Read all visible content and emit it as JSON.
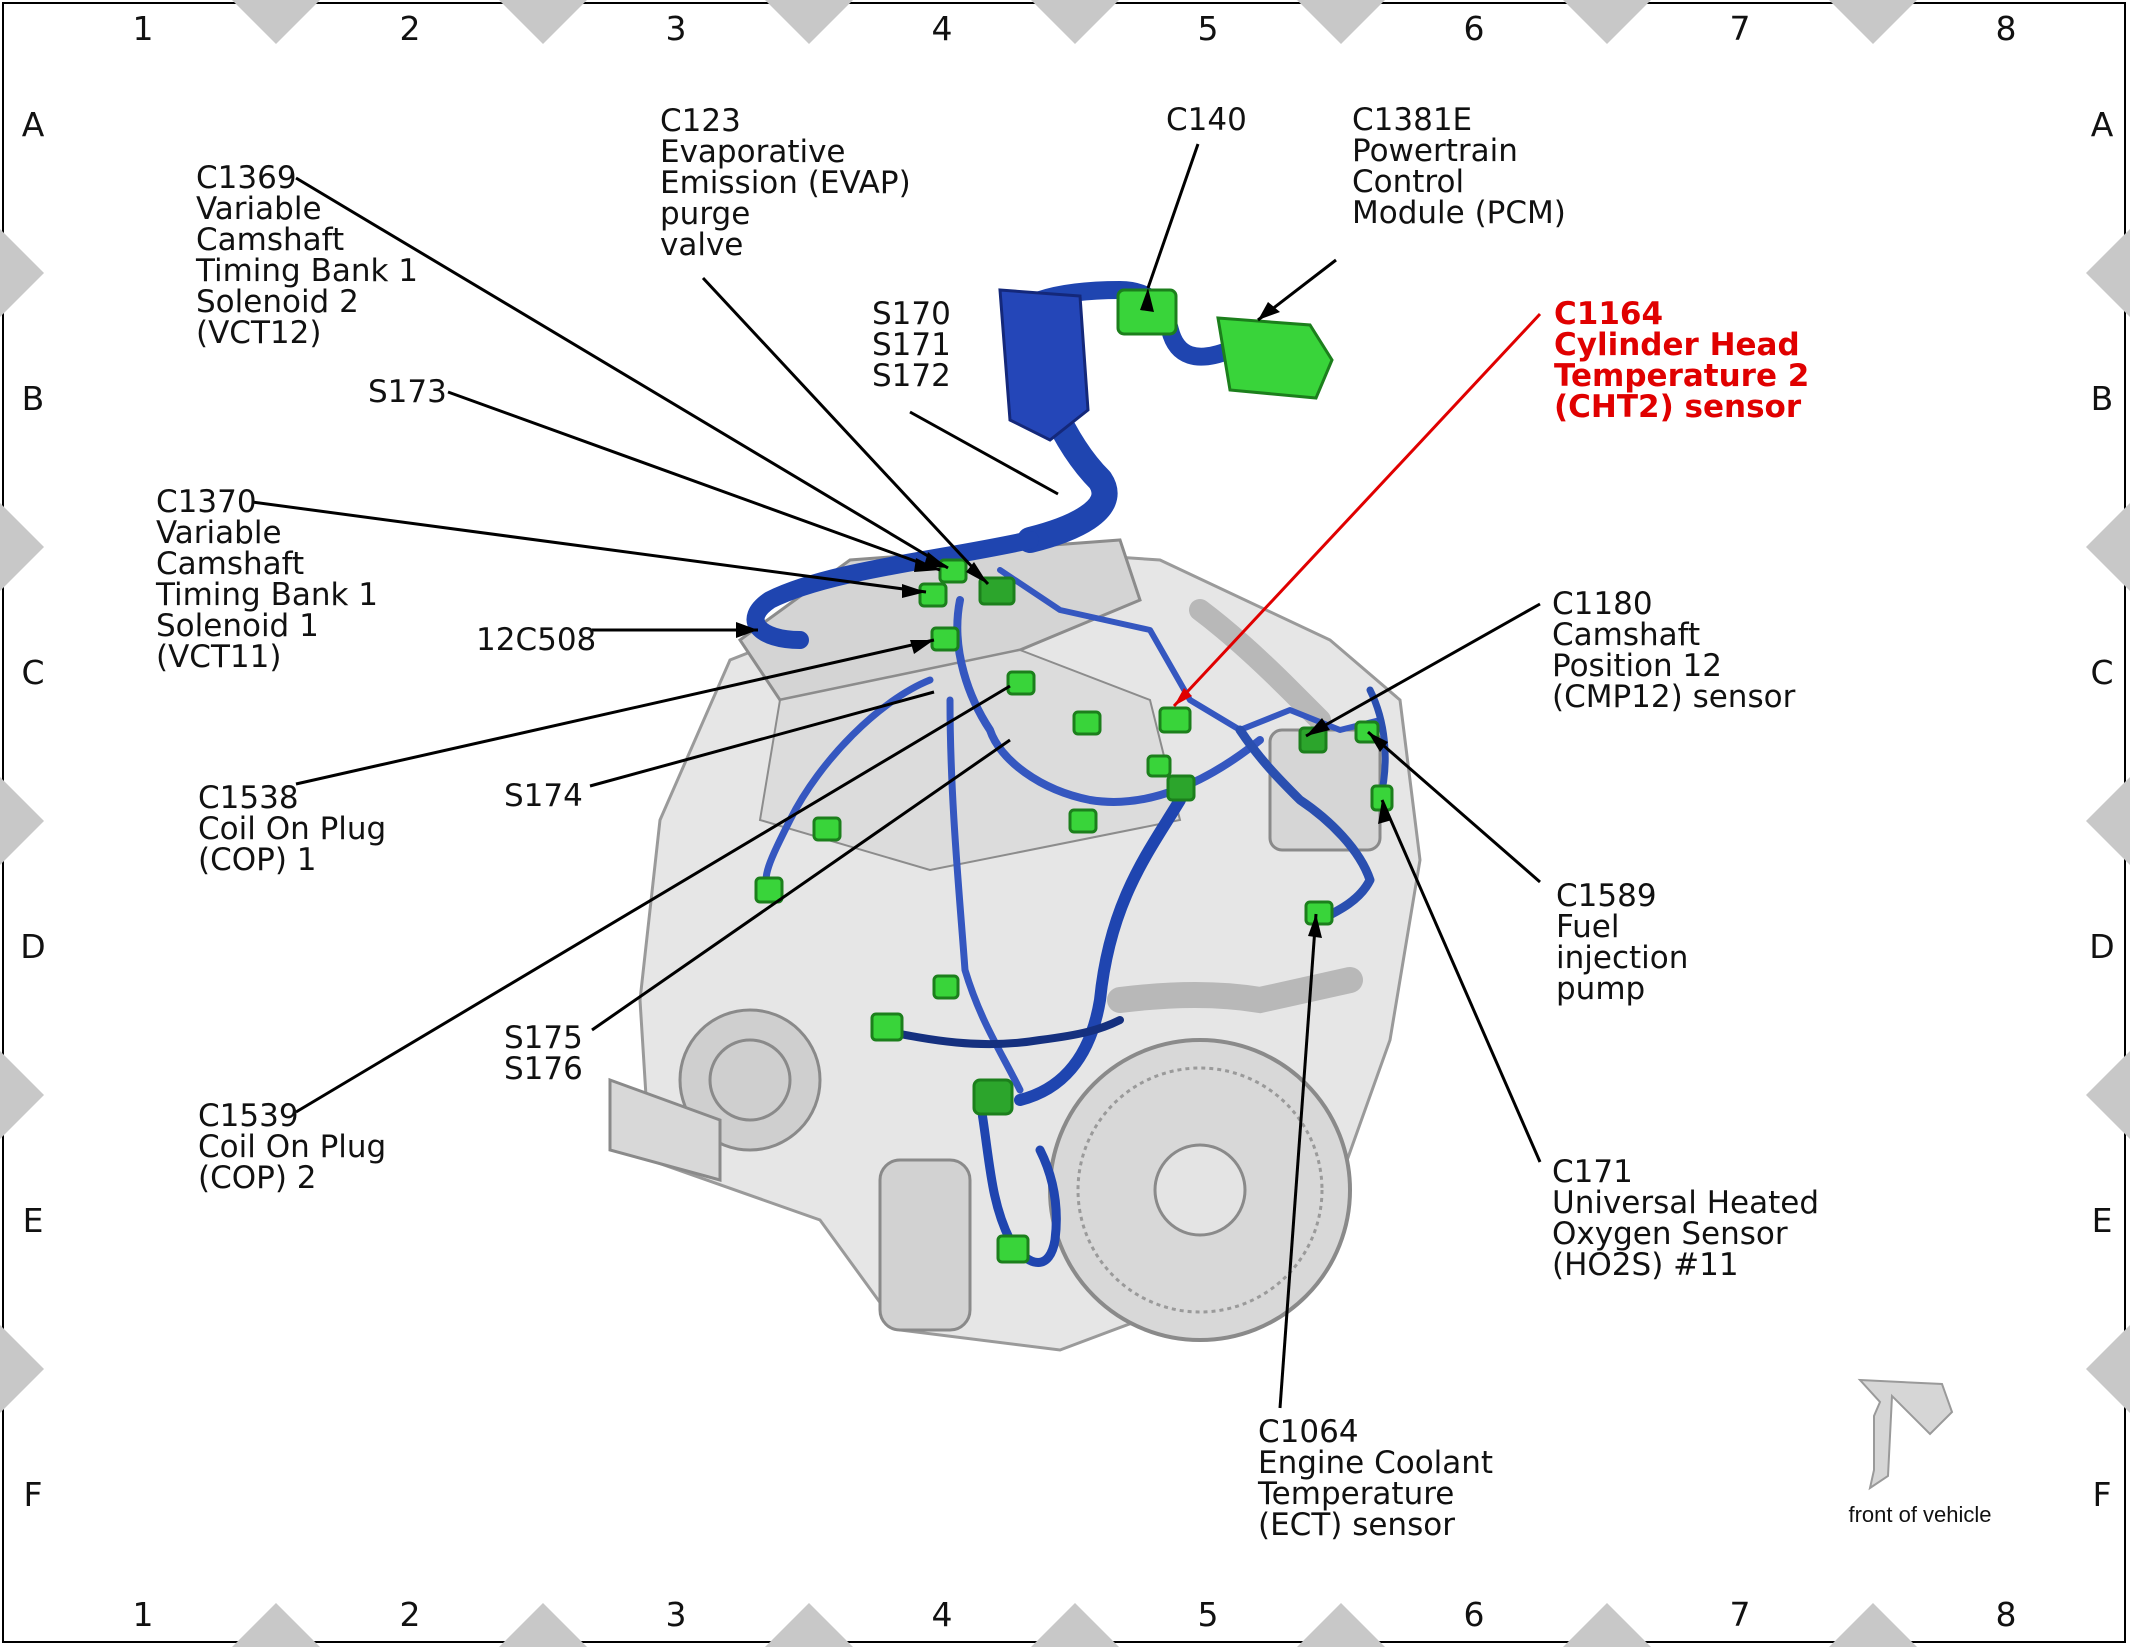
{
  "grid": {
    "columns": [
      "1",
      "2",
      "3",
      "4",
      "5",
      "6",
      "7",
      "8"
    ],
    "rows": [
      "A",
      "B",
      "C",
      "D",
      "E",
      "F"
    ]
  },
  "callouts": {
    "c1369": [
      "C1369",
      "Variable",
      "Camshaft",
      "Timing Bank 1",
      "Solenoid 2",
      "(VCT12)"
    ],
    "c123": [
      "C123",
      "Evaporative",
      "Emission (EVAP)",
      "purge",
      "valve"
    ],
    "c140": [
      "C140"
    ],
    "c1381e": [
      "C1381E",
      "Powertrain",
      "Control",
      "Module (PCM)"
    ],
    "s170": [
      "S170",
      "S171",
      "S172"
    ],
    "c1164": [
      "C1164",
      "Cylinder Head",
      "Temperature 2",
      "(CHT2) sensor"
    ],
    "s173": [
      "S173"
    ],
    "c1370": [
      "C1370",
      "Variable",
      "Camshaft",
      "Timing Bank 1",
      "Solenoid 1",
      "(VCT11)"
    ],
    "c12c508": [
      "12C508"
    ],
    "c1180": [
      "C1180",
      "Camshaft",
      "Position 12",
      "(CMP12) sensor"
    ],
    "c1538": [
      "C1538",
      "Coil On Plug",
      "(COP) 1"
    ],
    "s174": [
      "S174"
    ],
    "c1589": [
      "C1589",
      "Fuel",
      "injection",
      "pump"
    ],
    "s175": [
      "S175",
      "S176"
    ],
    "c1539": [
      "C1539",
      "Coil On Plug",
      "(COP) 2"
    ],
    "c171": [
      "C171",
      "Universal Heated",
      "Oxygen Sensor",
      "(HO2S) #11"
    ],
    "c1064": [
      "C1064",
      "Engine Coolant",
      "Temperature",
      "(ECT) sensor"
    ]
  },
  "front_label": "front of vehicle",
  "colors": {
    "highlight": "#e00000",
    "harness": "#2a4fb0",
    "harness_dark": "#15307f",
    "connector": "#39d43a",
    "engine": "#d9d9d9"
  }
}
